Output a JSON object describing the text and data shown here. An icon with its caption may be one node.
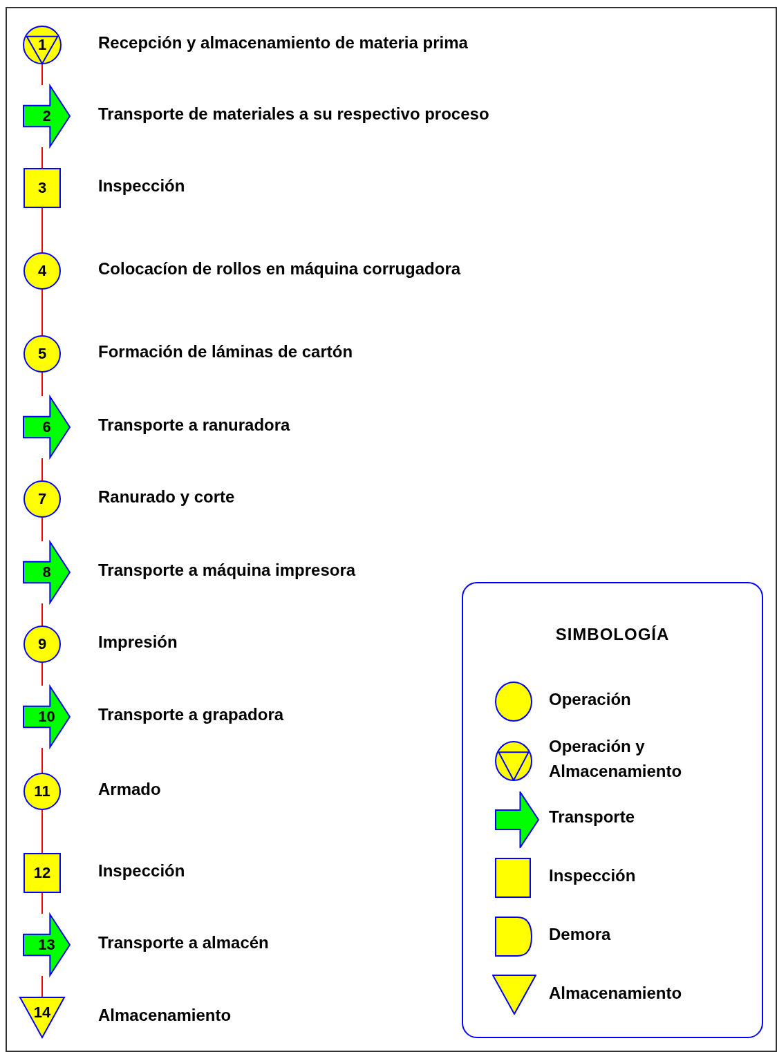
{
  "diagram": {
    "nodes": [
      {
        "text": [
          "1"
        ],
        "beside": [
          "Recepción y almacenamiento de materia prima"
        ]
      },
      {
        "text": [
          "2"
        ],
        "beside": [
          "Transporte de materiales a su respectivo proceso"
        ]
      },
      {
        "text": [
          "3"
        ],
        "beside": [
          "Inspección"
        ]
      },
      {
        "text": [
          "4"
        ],
        "beside": [
          "Colocacíon de rollos en máquina corrugadora"
        ]
      },
      {
        "text": [
          "5"
        ],
        "beside": [
          "Formación de láminas de cartón"
        ]
      },
      {
        "text": [
          "6"
        ],
        "beside": [
          "Transporte a ranuradora"
        ]
      },
      {
        "text": [
          "7"
        ],
        "beside": [
          "Ranurado y corte"
        ]
      },
      {
        "text": [
          "8"
        ],
        "beside": [
          "Transporte a máquina impresora"
        ]
      },
      {
        "text": [
          "9"
        ],
        "beside": [
          "Impresión"
        ]
      },
      {
        "text": [
          "10"
        ],
        "beside": [
          "Transporte a grapadora"
        ]
      },
      {
        "text": [
          "11"
        ],
        "beside": [
          "Armado"
        ]
      },
      {
        "text": [
          "12"
        ],
        "beside": [
          "Inspección"
        ]
      },
      {
        "text": [
          "13"
        ],
        "beside": [
          "Transporte a almacén"
        ]
      },
      {
        "text": [
          "14"
        ],
        "beside": [
          "Almacenamiento"
        ]
      }
    ],
    "edges": [
      {
        "from": 0,
        "to": 1,
        "arrow": "none"
      },
      {
        "from": 1,
        "to": 2,
        "arrow": "none"
      },
      {
        "from": 2,
        "to": 3,
        "arrow": "none"
      },
      {
        "from": 3,
        "to": 4,
        "arrow": "none"
      },
      {
        "from": 4,
        "to": 5,
        "arrow": "none"
      },
      {
        "from": 5,
        "to": 6,
        "arrow": "none"
      },
      {
        "from": 6,
        "to": 7,
        "arrow": "none"
      },
      {
        "from": 7,
        "to": 8,
        "arrow": "none"
      },
      {
        "from": 8,
        "to": 9,
        "arrow": "none"
      },
      {
        "from": 9,
        "to": 10,
        "arrow": "none"
      },
      {
        "from": 10,
        "to": 11,
        "arrow": "none"
      },
      {
        "from": 11,
        "to": 12,
        "arrow": "none"
      },
      {
        "from": 12,
        "to": 13,
        "arrow": "none"
      }
    ],
    "labels": [
      "SIMBOLOGÍA"
    ],
    "legend": [
      {
        "text": "Operación"
      },
      {
        "text": "Operación y Almacenamiento"
      },
      {
        "text": "Transporte"
      },
      {
        "text": "Inspección"
      },
      {
        "text": "Demora"
      },
      {
        "text": "Almacenamiento"
      }
    ]
  }
}
